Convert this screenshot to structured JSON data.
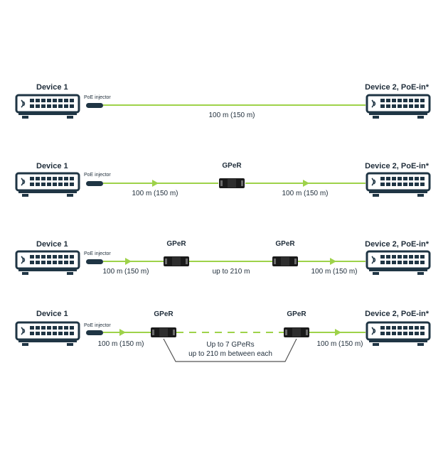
{
  "colors": {
    "device": "#1f3544",
    "link": "#9ed24a",
    "gper": "#1a1a1a",
    "bracket": "#555555"
  },
  "rows": [
    {
      "device_left": "Device 1",
      "device_right": "Device 2, PoE-in*",
      "injector": "PoE injector",
      "distance": "100 m (150 m)"
    },
    {
      "device_left": "Device 1",
      "device_right": "Device 2, PoE-in*",
      "injector": "PoE injector",
      "gper": "GPeR",
      "distance_left": "100 m (150 m)",
      "distance_right": "100 m (150 m)"
    },
    {
      "device_left": "Device 1",
      "device_right": "Device 2, PoE-in*",
      "injector": "PoE injector",
      "gper_left": "GPeR",
      "gper_right": "GPeR",
      "distance_left": "100 m (150 m)",
      "distance_middle": "up to 210 m",
      "distance_right": "100 m (150 m)"
    },
    {
      "device_left": "Device 1",
      "device_right": "Device 2, PoE-in*",
      "injector": "PoE injector",
      "gper_left": "GPeR",
      "gper_right": "GPeR",
      "distance_left": "100 m (150 m)",
      "distance_right": "100 m (150 m)",
      "chain_note_line1": "Up to 7 GPeRs",
      "chain_note_line2": "up to 210 m between each"
    }
  ]
}
